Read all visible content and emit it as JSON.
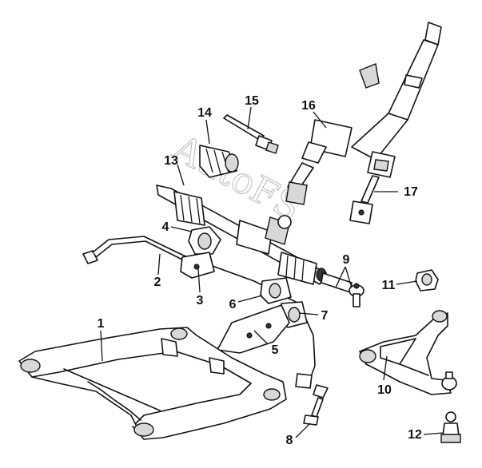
{
  "diagram": {
    "watermark_text": "AutoFS",
    "callouts": [
      {
        "id": "1",
        "label": "1",
        "part": "subframe"
      },
      {
        "id": "2",
        "label": "2",
        "part": "stabilizer-bar"
      },
      {
        "id": "3",
        "label": "3",
        "part": "stabilizer-bracket"
      },
      {
        "id": "4",
        "label": "4",
        "part": "rack-mount-bushing"
      },
      {
        "id": "5",
        "label": "5",
        "part": "rear-mount-bracket"
      },
      {
        "id": "6",
        "label": "6",
        "part": "stabilizer-bushing"
      },
      {
        "id": "7",
        "label": "7",
        "part": "rear-mount-bushing"
      },
      {
        "id": "8",
        "label": "8",
        "part": "stabilizer-link"
      },
      {
        "id": "9",
        "label": "9",
        "part": "tie-rod-end"
      },
      {
        "id": "10",
        "label": "10",
        "part": "lower-control-arm"
      },
      {
        "id": "11",
        "label": "11",
        "part": "control-arm-bushing"
      },
      {
        "id": "12",
        "label": "12",
        "part": "ball-joint"
      },
      {
        "id": "13",
        "label": "13",
        "part": "steering-rack"
      },
      {
        "id": "14",
        "label": "14",
        "part": "rack-boot"
      },
      {
        "id": "15",
        "label": "15",
        "part": "inner-tie-rod"
      },
      {
        "id": "16",
        "label": "16",
        "part": "steering-column"
      },
      {
        "id": "17",
        "label": "17",
        "part": "intermediate-shaft"
      }
    ]
  }
}
